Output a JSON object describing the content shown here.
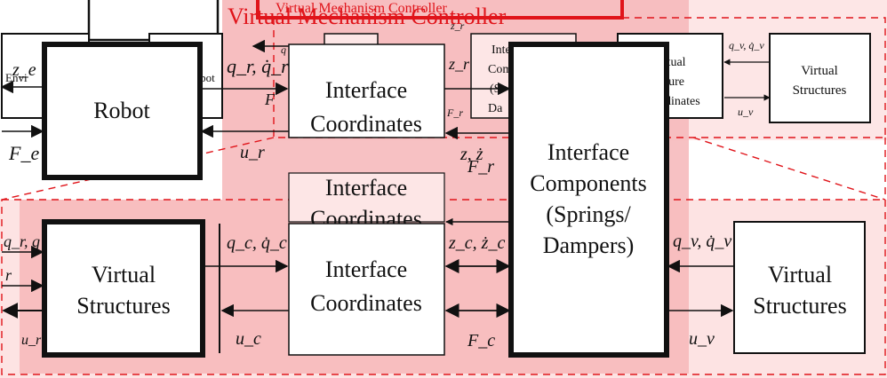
{
  "diagram": {
    "title": "Virtual Mechanism Controller",
    "title_small": "Virtual Mechanism Controller",
    "colors": {
      "accent_red": "#e0141a",
      "shade_dark": "#f2a8aa",
      "shade_mid": "#f9c9ca",
      "shade_light": "#fde6e6"
    },
    "blocks": {
      "robot": "Robot",
      "environment_partial": "Envi",
      "robot_small": "Robot",
      "interface_coords_main_1": "Interface",
      "interface_coords_main_2": "Coordinates",
      "interface_coords_ghost_1": "Interface",
      "interface_coords_ghost_2": "Coordinates",
      "interface_coords_lower_1": "Interface",
      "interface_coords_lower_2": "Coordinates",
      "components_1": "Interface",
      "components_2": "Components",
      "components_3": "(Springs/",
      "components_4": "Dampers)",
      "small_components_1": "Inte",
      "small_components_2": "Com",
      "small_components_3": "(S",
      "small_components_4": "Da",
      "small_virtual_coords_1": "irtual",
      "small_virtual_coords_2": "ucture",
      "small_virtual_coords_3": "dinates",
      "small_virtual_structures_1": "Virtual",
      "small_virtual_structures_2": "Structures",
      "virtual_structures_left_1": "Virtual",
      "virtual_structures_left_2": "Structures",
      "virtual_structures_right_1": "Virtual",
      "virtual_structures_right_2": "Structures"
    },
    "signals": {
      "qr_qdot": "q_r, q̇_r",
      "ze": "z_e",
      "fe": "F_e",
      "ur": "u_r",
      "zr_top": "z_r",
      "fr_top": "F",
      "z_zdot": "z, ż",
      "fr": "F_r",
      "qv_qdot": "q_v, q̇_v",
      "uv": "u_v",
      "fc": "F_c",
      "qr_left": "q_r, q",
      "r_left": "r",
      "ur_left": "u_r",
      "qc_qdot": "q_c, q̇_c",
      "zc_ze": "z_c, ż_c",
      "uc_fr": "u_c",
      "small_qv": "q_v, q̇_v",
      "small_uv": "u_v",
      "small_zr": "ż_r",
      "small_fr": "F_r",
      "small_q": "q"
    }
  }
}
